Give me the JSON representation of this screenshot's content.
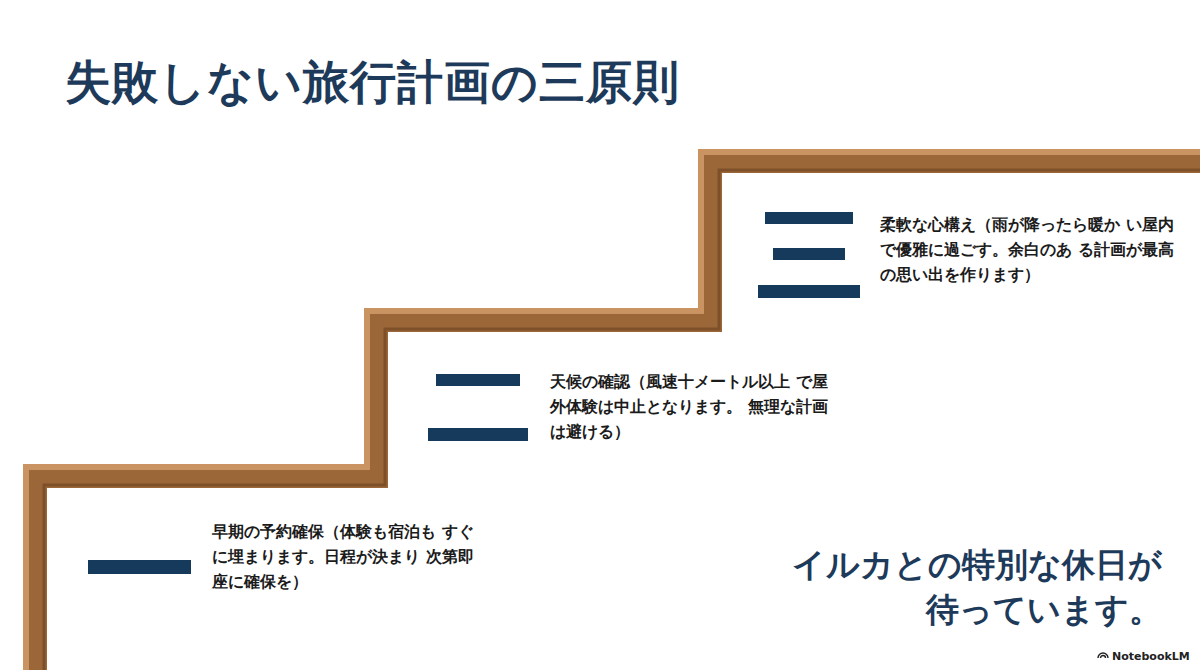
{
  "diagram": {
    "title": "失敗しない旅行計画の三原則",
    "labels": [
      "早期の予約確保（体験も宿泊も すぐに埋まります。日程が決まり 次第即座に確保を）",
      "天候の確認（風速十メートル以上 で屋外体験は中止となります。 無理な計画は避ける）",
      "柔軟な心構え（雨が降ったら暖か い屋内で優雅に過ごす。余白のあ る計画が最高の思い出を作ります）",
      "イルカとの特別な休日が 待っています。",
      "NotebookLM"
    ]
  }
}
